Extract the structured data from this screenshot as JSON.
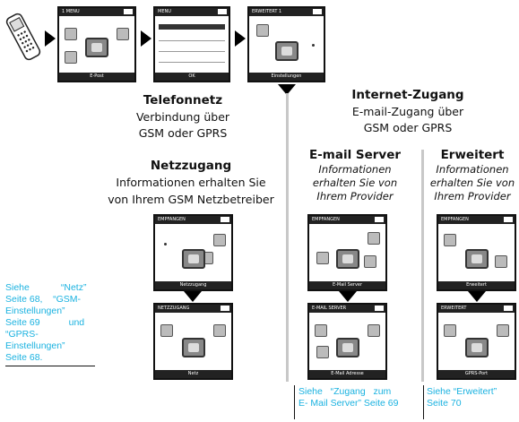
{
  "top_flow": {
    "screens": [
      {
        "bar": "1 MENU",
        "bottom": "E-Post"
      },
      {
        "bar": "MENU",
        "bottom": "OK"
      },
      {
        "bar": "ERWEITERT 1",
        "bottom": "Einstellungen"
      }
    ]
  },
  "telefonnetz": {
    "title": "Telefonnetz",
    "line1": "Verbindung über",
    "line2": "GSM oder GPRS"
  },
  "netzzugang": {
    "title": "Netzzugang",
    "line1": "Informationen erhalten Sie",
    "line2": "von Ihrem GSM Netzbetreiber",
    "screen1": {
      "bar": "EMPFANGEN",
      "bottom": "Netzzugang"
    },
    "screen2": {
      "bar": "NETZZUGANG",
      "bottom": "Netz"
    }
  },
  "internet": {
    "title": "Internet-Zugang",
    "line1": "E-mail-Zugang über",
    "line2": "GSM oder GPRS"
  },
  "email_server": {
    "title": "E-mail Server",
    "line1": "Informationen",
    "line2": "erhalten Sie von",
    "line3": "Ihrem Provider",
    "screen1": {
      "bar": "EMPFANGEN",
      "bottom": "E-Mail Server"
    },
    "screen2": {
      "bar": "E-MAIL SERVER",
      "bottom": "E-Mail Adresse"
    }
  },
  "erweitert": {
    "title": "Erweitert",
    "line1": "Informationen",
    "line2": "erhalten Sie von",
    "line3": "Ihrem Provider",
    "screen1": {
      "bar": "EMPFANGEN",
      "bottom": "Erweitert"
    },
    "screen2": {
      "bar": "ERWEITERT",
      "bottom": "GPRS-Port"
    }
  },
  "notes": {
    "left": [
      "Siehe            “Netz”",
      "Seite 68,    “GSM-",
      "Einstellungen”",
      "Seite 69           und",
      "“GPRS-",
      "Einstellungen”",
      "Seite 68."
    ],
    "email": [
      "Siehe   “Zugang   zum",
      "E- Mail Server” Seite 69"
    ],
    "erweitert": [
      "Siehe “Erweitert”",
      "Seite 70"
    ]
  }
}
